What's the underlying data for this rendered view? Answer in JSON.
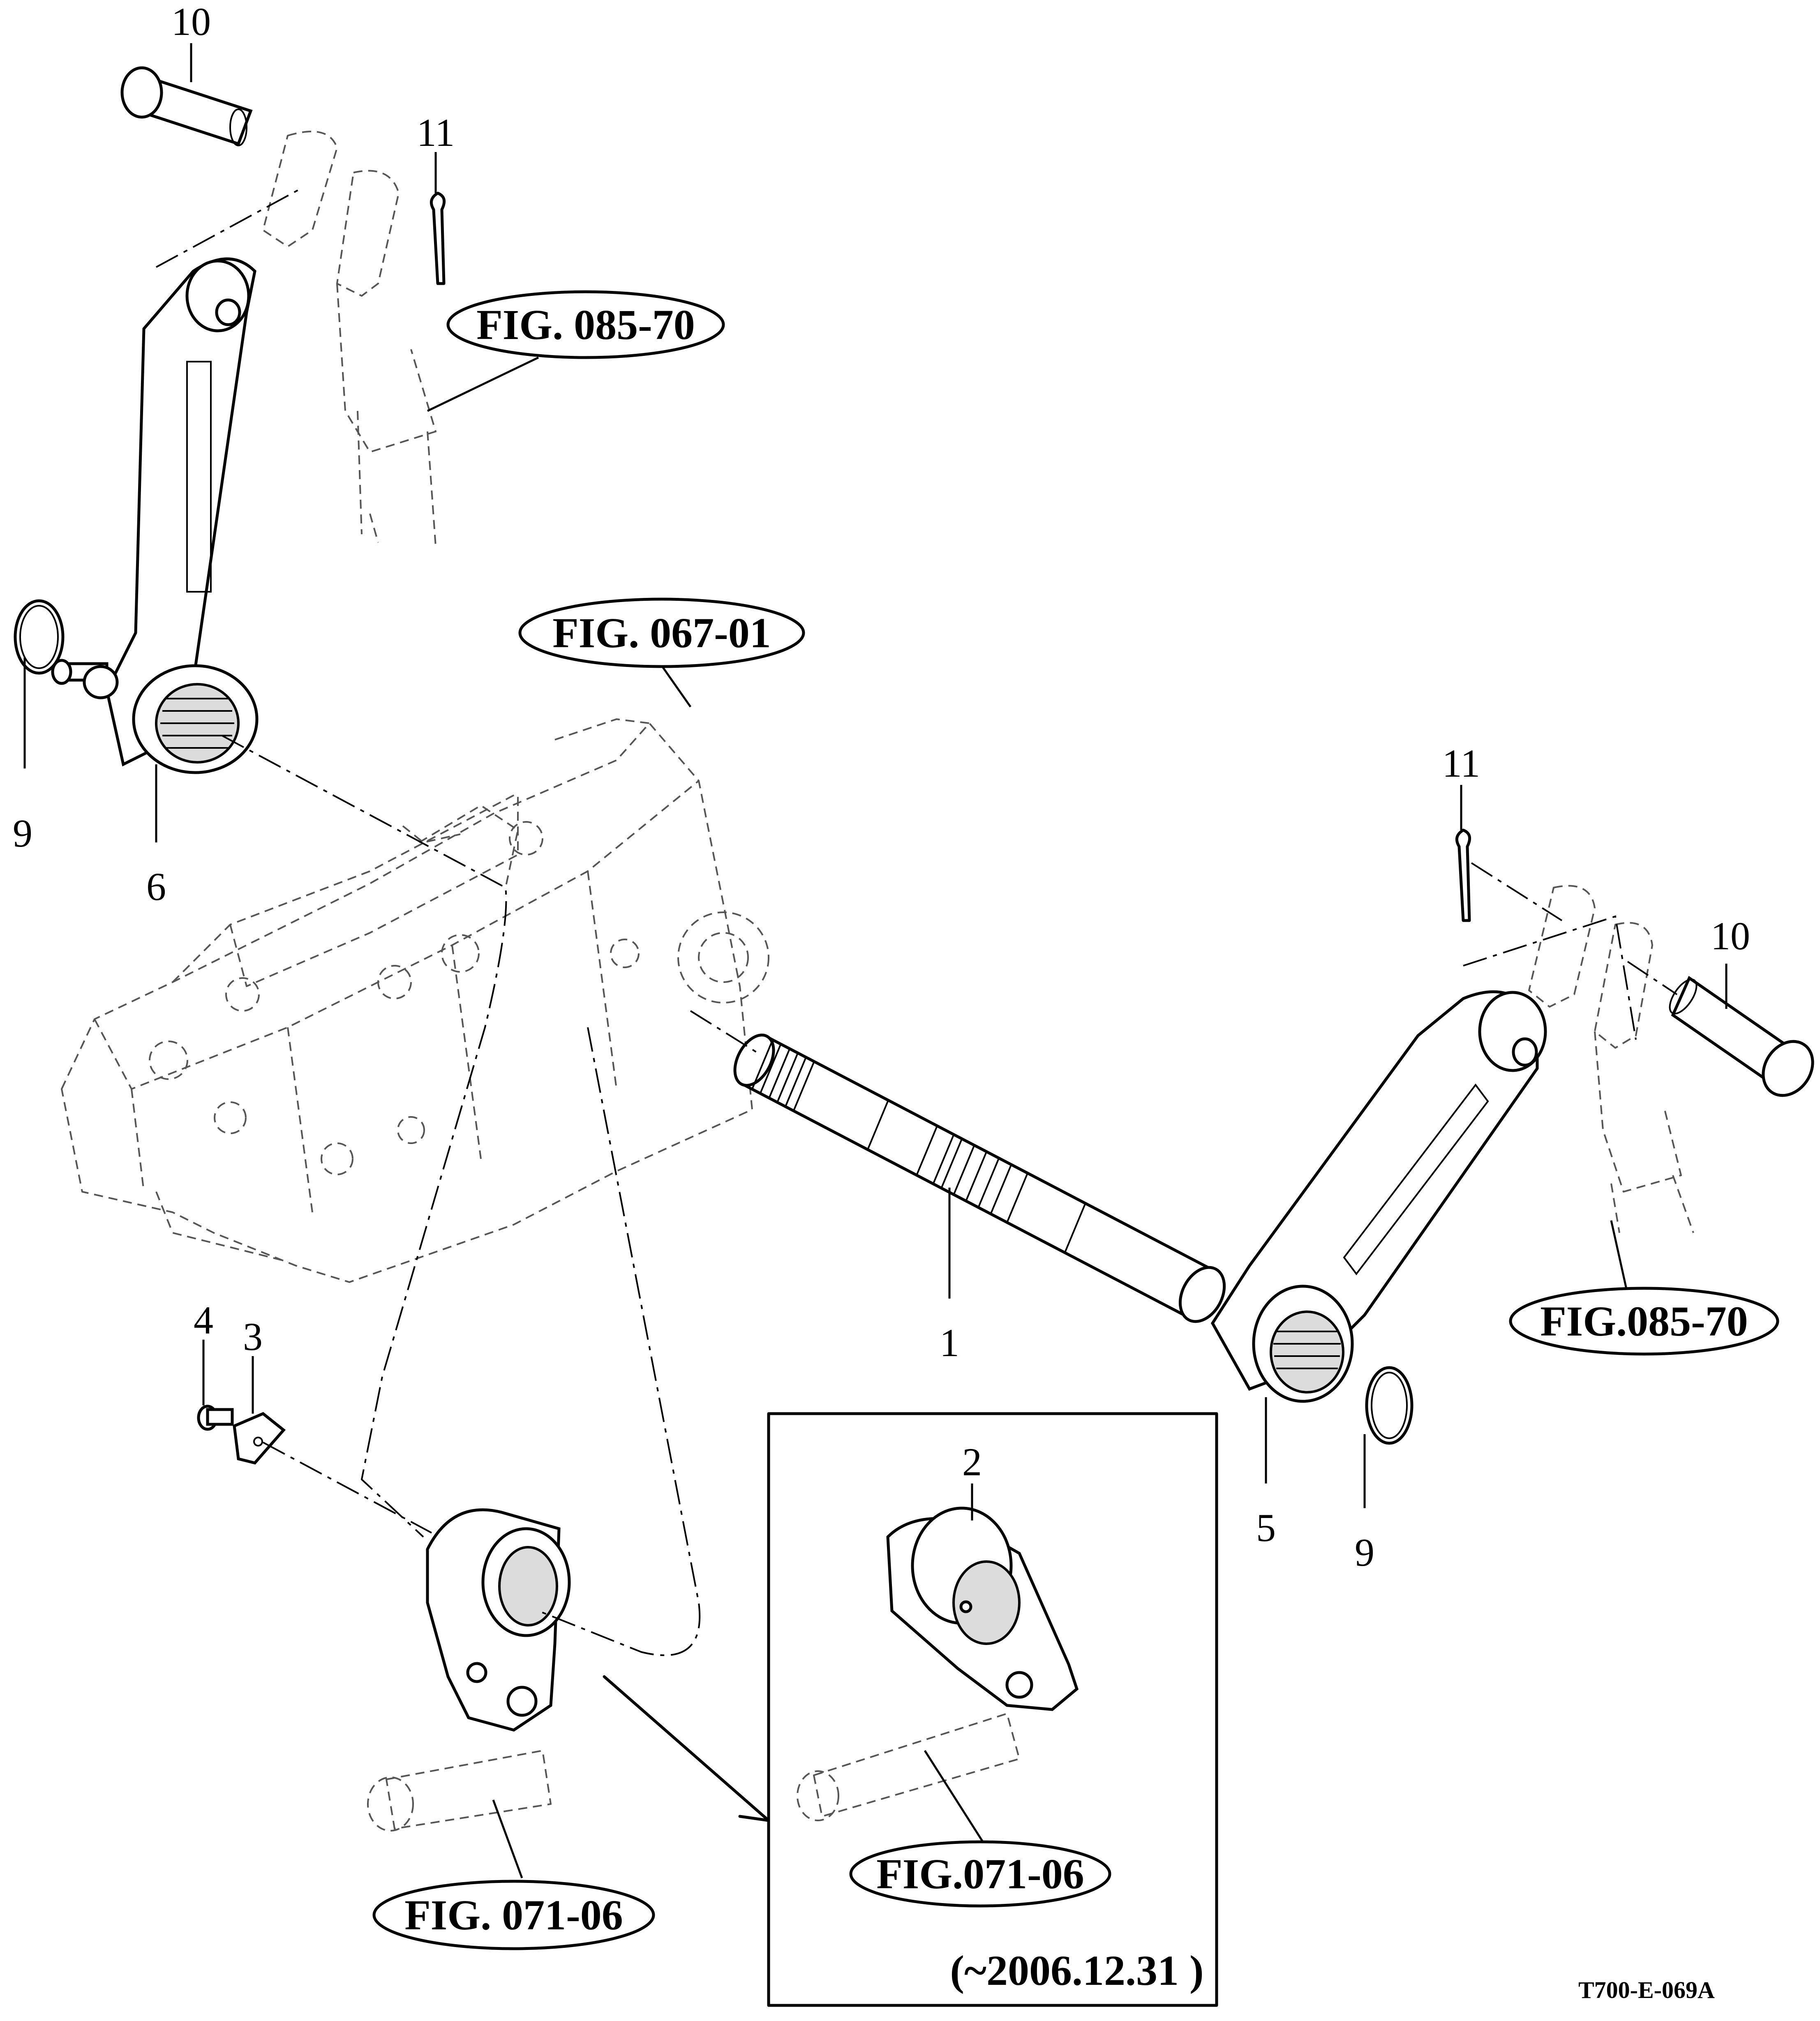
{
  "callouts": {
    "p10_top": "10",
    "p11_top": "11",
    "p9_left": "9",
    "p6": "6",
    "p11_right": "11",
    "p10_right": "10",
    "p1": "1",
    "p4": "4",
    "p3": "3",
    "p2": "2",
    "p5": "5",
    "p9_right": "9"
  },
  "figure_refs": {
    "fig_085_70_top": "FIG. 085-70",
    "fig_067_01": "FIG. 067-01",
    "fig_085_70_right": "FIG.085-70",
    "fig_071_06_inset": "FIG.071-06",
    "fig_071_06_bottom": "FIG. 071-06"
  },
  "inset_note": "(~2006.12.31 )",
  "drawing_code": "T700-E-069A"
}
